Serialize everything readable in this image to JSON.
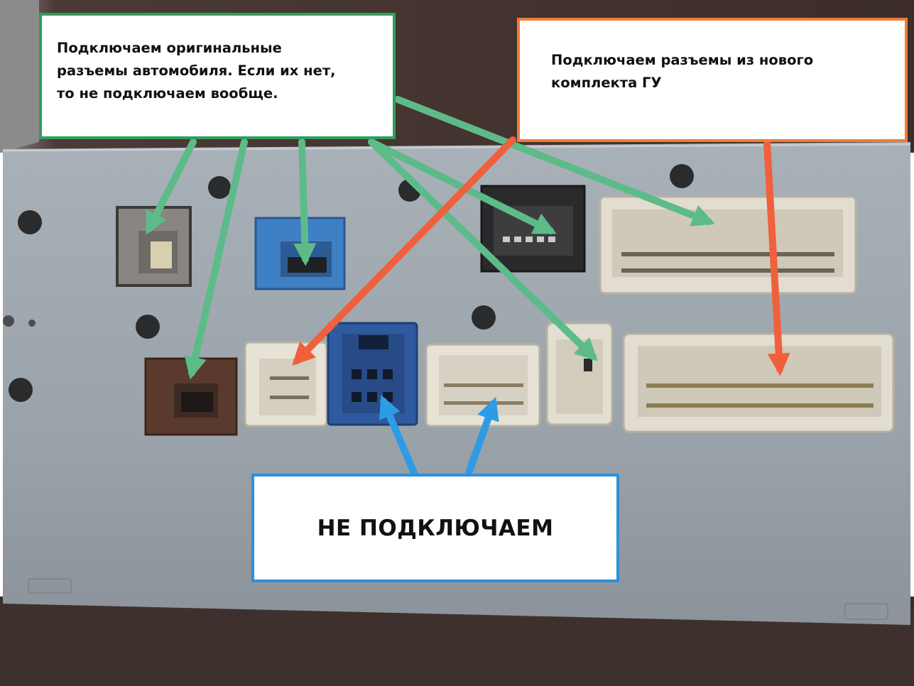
{
  "callouts": {
    "original": {
      "lines": [
        "Подключаем оригинальные",
        "разъемы автомобиля. Если их нет,",
        "то не подключаем вообще."
      ],
      "border_color": "#2f9e5a"
    },
    "new_kit": {
      "lines": [
        "Подключаем разъемы из нового",
        "комплекта ГУ"
      ],
      "border_color": "#ef7d35"
    },
    "not_connected": {
      "text": "НЕ ПОДКЛЮЧАЕМ",
      "border_color": "#2f8fd8"
    }
  },
  "arrow_colors": {
    "green": "#5dbb8a",
    "orange": "#f0603c",
    "blue": "#2e9be6"
  },
  "photo_colors": {
    "head_unit_body": "#9ea6ae",
    "connector_gray": "#8a8580",
    "connector_blue": "#3f7fc4",
    "connector_dark_blue": "#2f5aa0",
    "connector_black": "#2a2a2c",
    "connector_white": "#e6e2d6",
    "connector_brown": "#5a3a2c"
  }
}
